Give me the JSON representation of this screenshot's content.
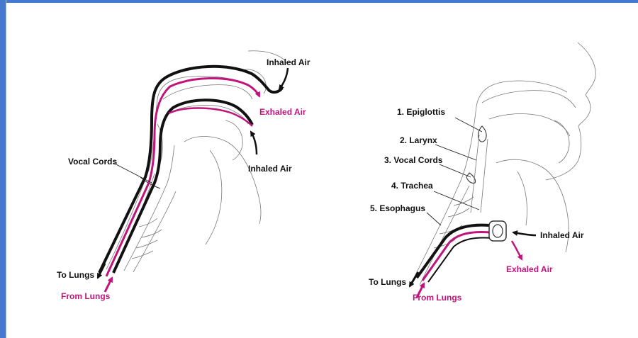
{
  "colors": {
    "frame": "#4479cf",
    "airway_black": "#111111",
    "airway_pink": "#c0147c",
    "anatomy_line": "#777777"
  },
  "left_panel": {
    "inhaled_air_top": "Inhaled Air",
    "exhaled_air": "Exhaled Air",
    "inhaled_air_bottom": "Inhaled Air",
    "vocal_cords": "Vocal Cords",
    "to_lungs": "To Lungs",
    "from_lungs": "From Lungs"
  },
  "right_panel": {
    "labels": [
      "1. Epiglottis",
      "2. Larynx",
      "3. Vocal Cords",
      "4. Trachea",
      "5. Esophagus"
    ],
    "inhaled_air": "Inhaled Air",
    "exhaled_air": "Exhaled Air",
    "to_lungs": "To Lungs",
    "from_lungs": "From Lungs"
  }
}
